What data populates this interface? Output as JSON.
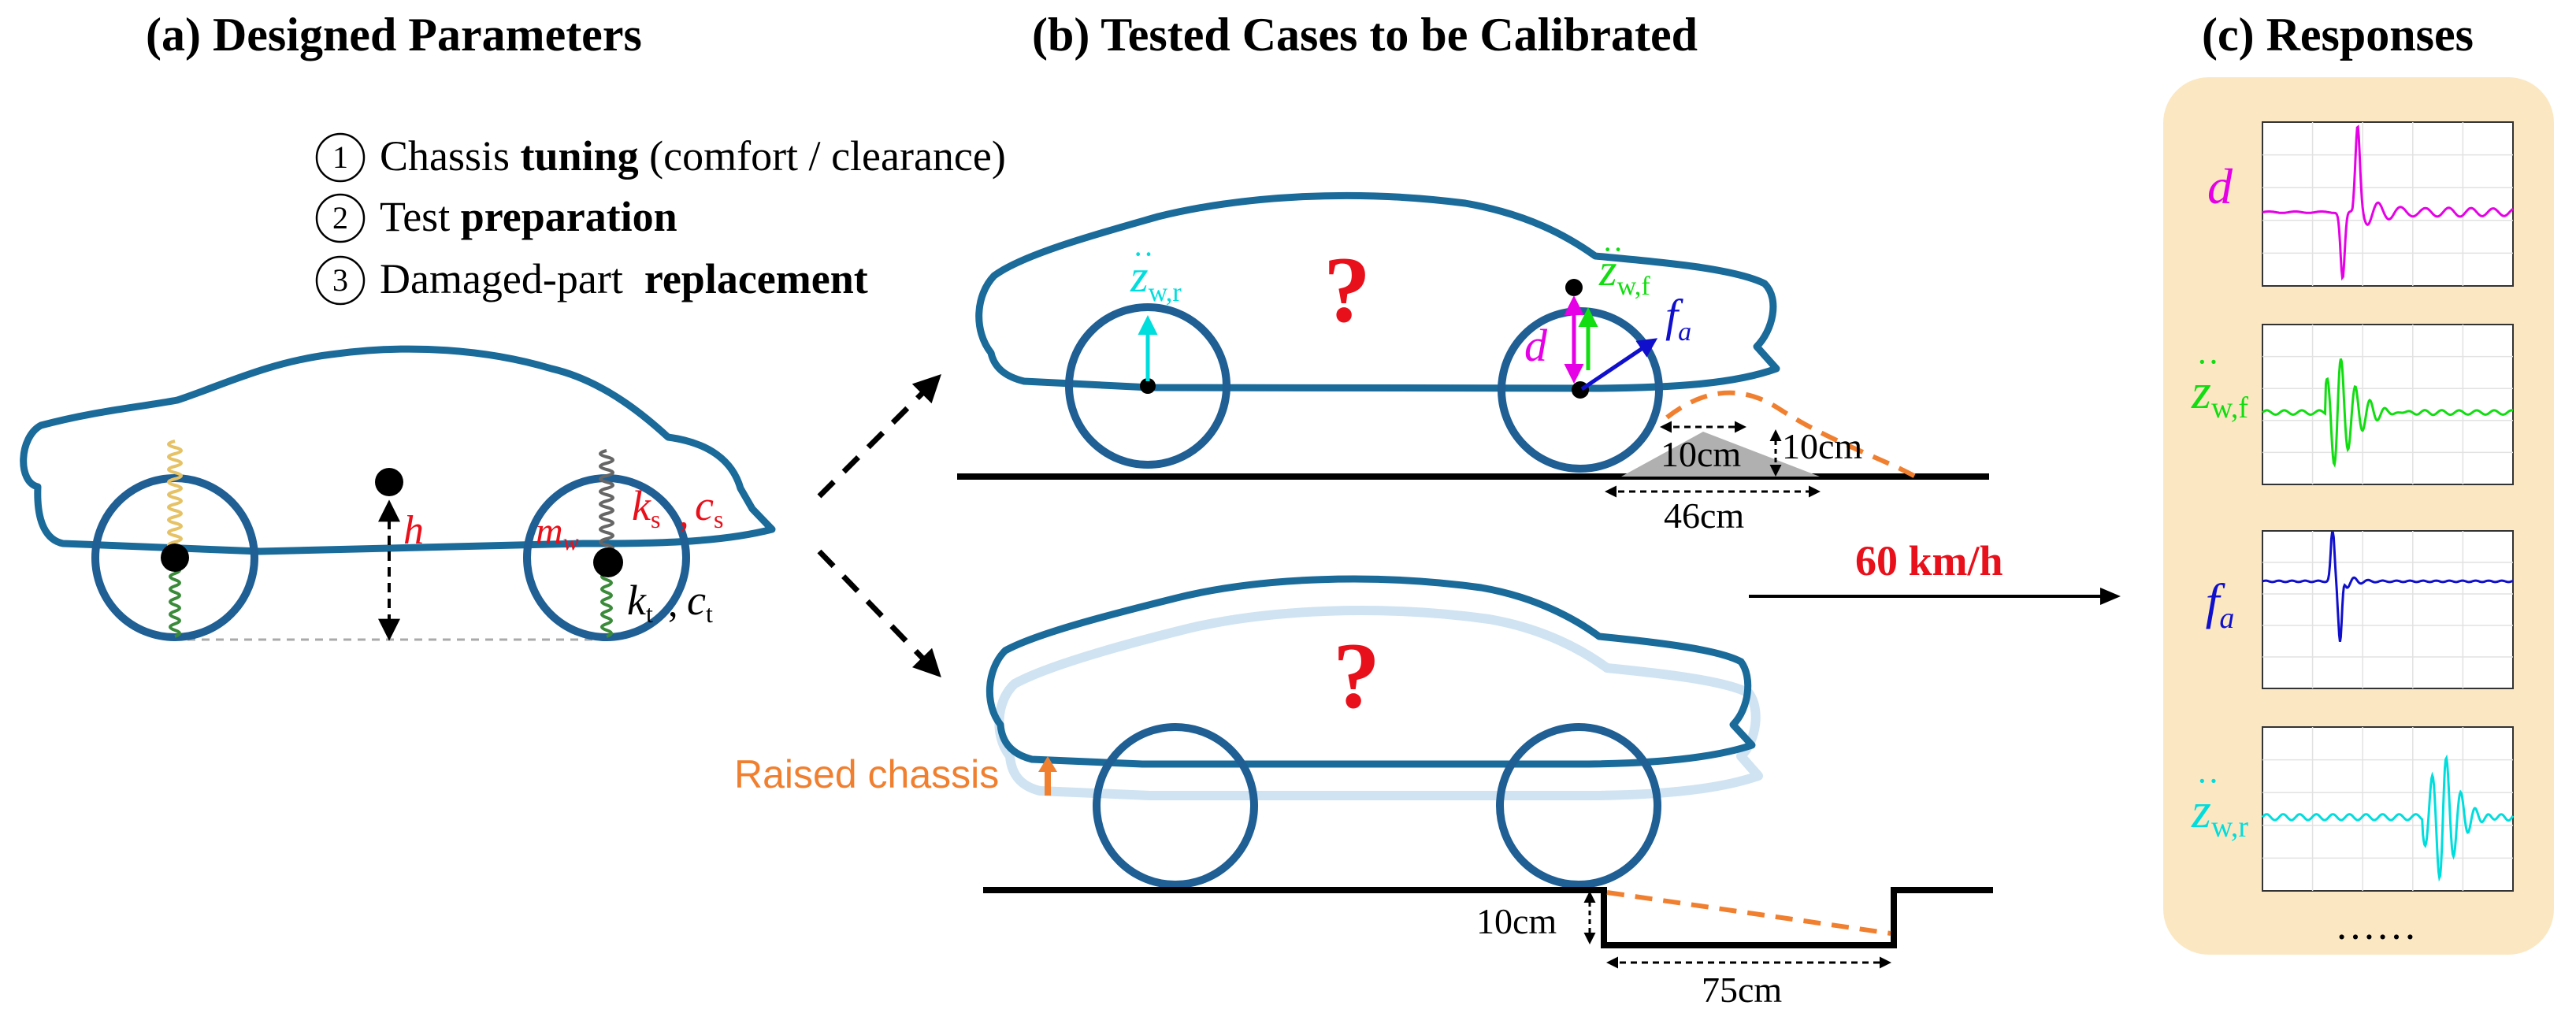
{
  "panels": {
    "a": {
      "title": "(a) Designed Parameters"
    },
    "b": {
      "title": "(b) Tested Cases to be Calibrated"
    },
    "c": {
      "title": "(c) Responses"
    }
  },
  "cases_list": [
    {
      "num": "1",
      "pre": "Chassis ",
      "bold": "tuning",
      "post": " (comfort / clearance)"
    },
    {
      "num": "2",
      "pre": "Test ",
      "bold": "preparation",
      "post": ""
    },
    {
      "num": "3",
      "pre": "Damaged-part  ",
      "bold": "replacement",
      "post": ""
    }
  ],
  "params": {
    "h": "h",
    "mw_main": "m",
    "mw_sub": "w",
    "ks_main": "k",
    "ks_sub": "s",
    "cs_main": "c",
    "cs_sub": "s",
    "kt_main": "k",
    "kt_sub": "t",
    "ct_main": "c",
    "ct_sub": "t"
  },
  "case1": {
    "unknown": "?",
    "zwr_main": "z",
    "zwr_sub": "w,r",
    "zwf_main": "z",
    "zwf_sub": "w,f",
    "d_label": "d",
    "fa_main": "f",
    "fa_sub": "a",
    "bump_w": "10cm",
    "bump_h": "10cm",
    "bump_base": "46cm"
  },
  "speed": "60 km/h",
  "case2": {
    "unknown": "?",
    "raised_label": "Raised chassis",
    "pit_depth": "10cm",
    "pit_width": "75cm"
  },
  "responses": [
    {
      "main": "d",
      "sub": "",
      "dots": false,
      "color": "#e600e6"
    },
    {
      "main": "z",
      "sub": "w,f",
      "dots": true,
      "color": "#11dd11"
    },
    {
      "main": "f",
      "sub": "a",
      "dots": false,
      "color": "#1010cc"
    },
    {
      "main": "z",
      "sub": "w,r",
      "dots": true,
      "color": "#00dddd"
    }
  ],
  "more": "……",
  "colors": {
    "car": "#1a6a9a",
    "wheel": "#1f5f94",
    "red": "#e8101a",
    "orange": "#f08030",
    "panel_bg": "#fbe8c2",
    "magenta": "#e600e6",
    "green": "#11dd11",
    "blue": "#1010cc",
    "cyan": "#00dddd"
  }
}
